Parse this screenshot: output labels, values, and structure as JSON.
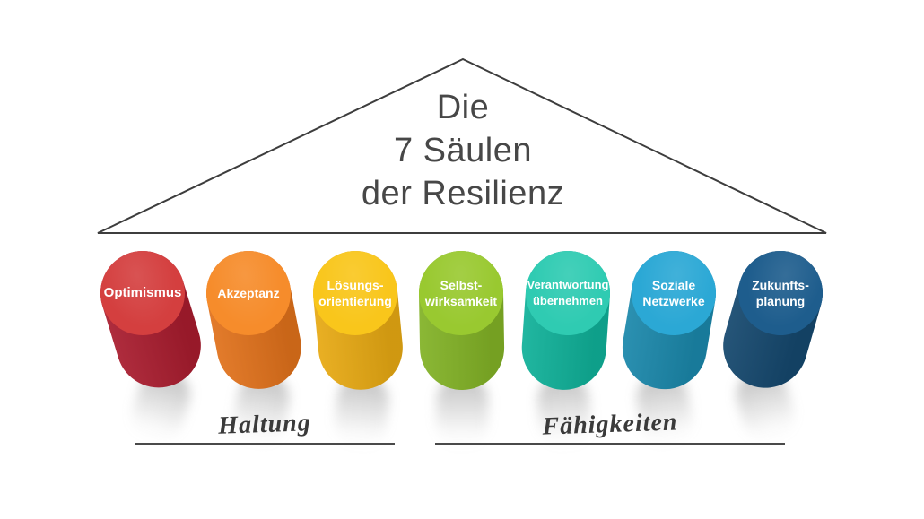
{
  "title": {
    "line1": "Die",
    "line2": "7 Säulen",
    "line3": "der Resilienz"
  },
  "colors": {
    "background": "#ffffff",
    "outline": "#3d3d3d",
    "title_text": "#474747",
    "group_text": "#3a3a3a"
  },
  "pillars": [
    {
      "name": "optimismus",
      "line1": "Optimismus",
      "line2": "",
      "top_color": "#d43f3f",
      "body_color": "#a81c2e"
    },
    {
      "name": "akzeptanz",
      "line1": "Akzeptanz",
      "line2": "",
      "top_color": "#f68c2b",
      "body_color": "#e0711b"
    },
    {
      "name": "loesungsorientierung",
      "line1": "Lösungs-",
      "line2": "orientierung",
      "top_color": "#f9c61b",
      "body_color": "#e7a913"
    },
    {
      "name": "selbstwirksamkeit",
      "line1": "Selbst-",
      "line2": "wirksamkeit",
      "top_color": "#99c930",
      "body_color": "#82b226"
    },
    {
      "name": "verantwortung",
      "line1": "Verantwortung",
      "line2": "übernehmen",
      "top_color": "#2fcbb2",
      "body_color": "#10b199"
    },
    {
      "name": "soziale-netzwerke",
      "line1": "Soziale",
      "line2": "Netzwerke",
      "top_color": "#2ba8d5",
      "body_color": "#1b88ab"
    },
    {
      "name": "zukunftsplanung",
      "line1": "Zukunfts-",
      "line2": "planung",
      "top_color": "#1e5d8d",
      "body_color": "#15486e"
    }
  ],
  "groups": [
    {
      "label": "Haltung"
    },
    {
      "label": "Fähigkeiten"
    }
  ]
}
